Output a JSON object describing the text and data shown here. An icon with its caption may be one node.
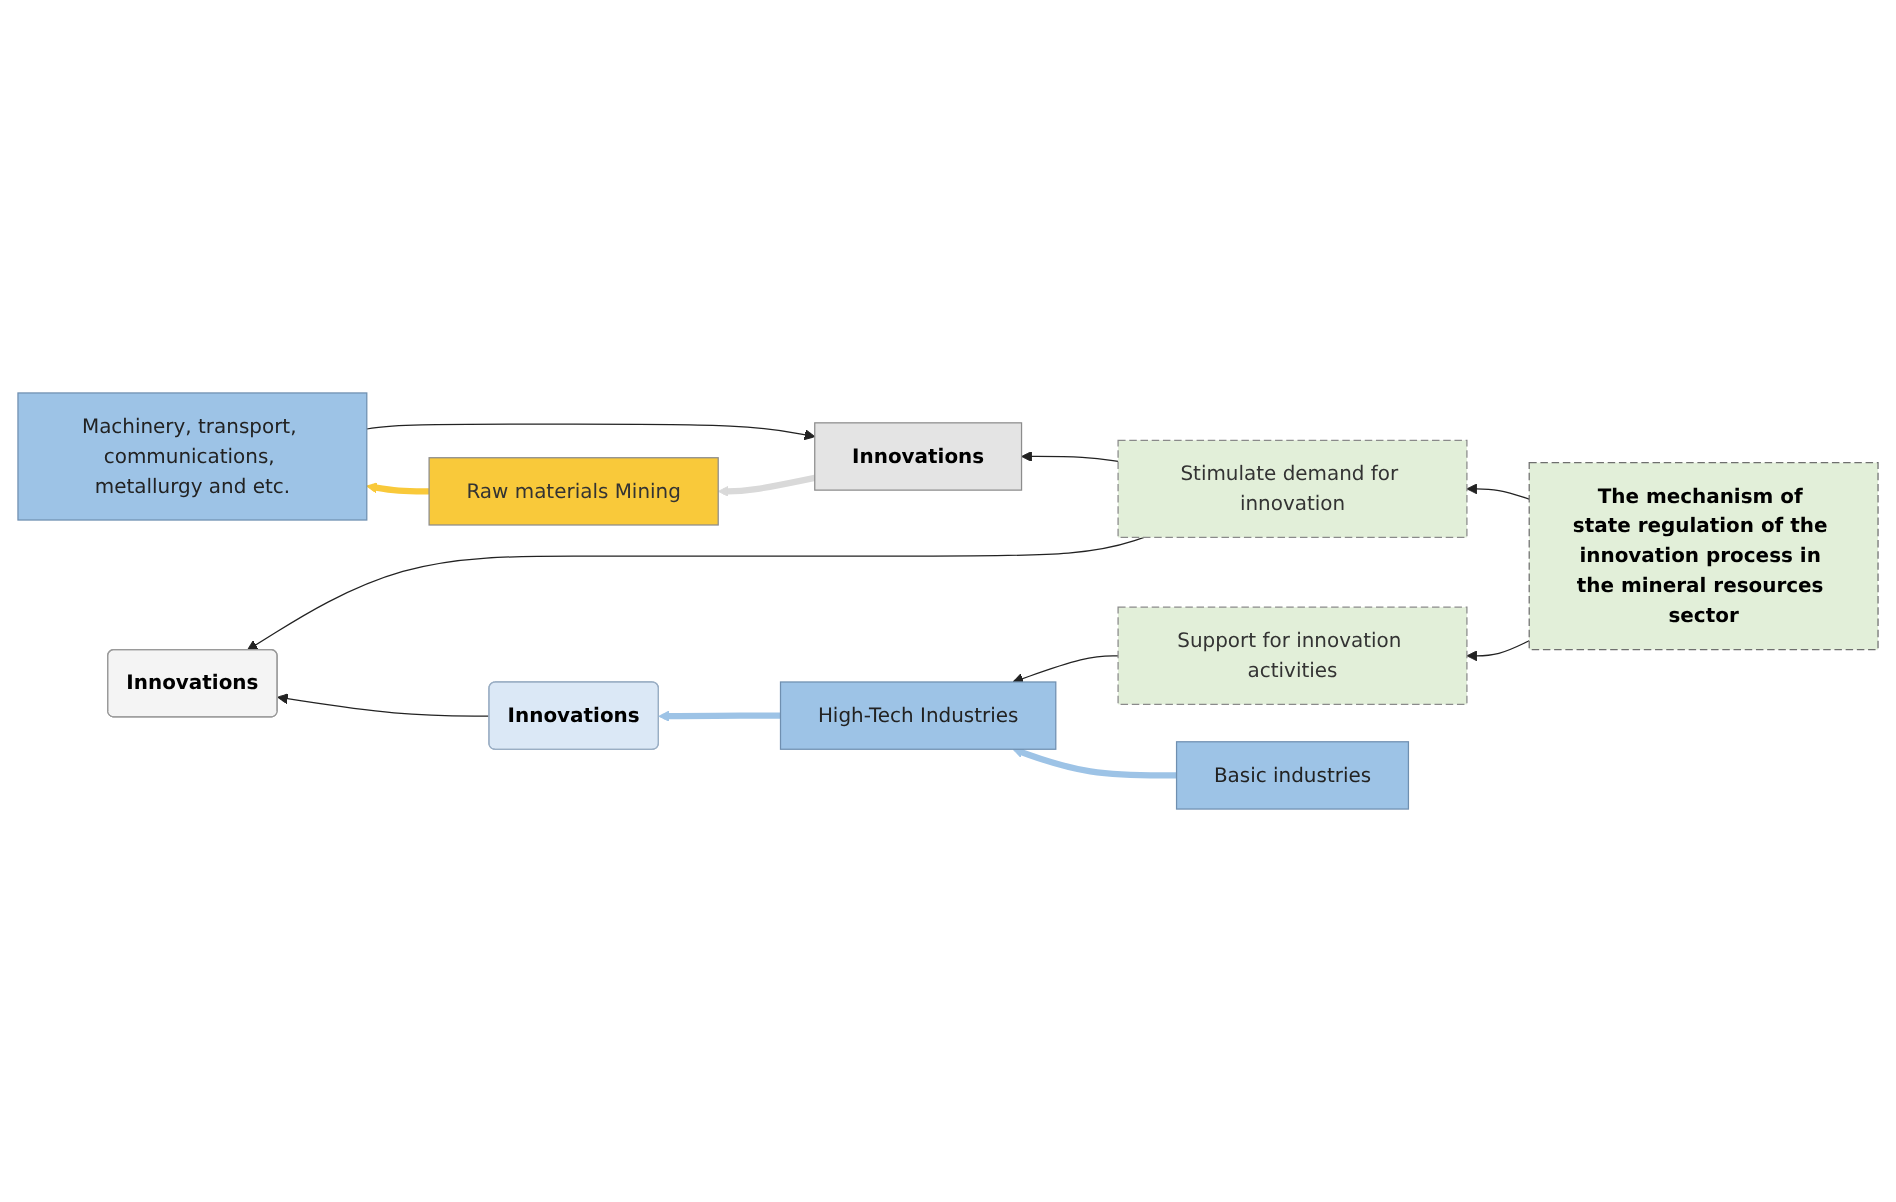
{
  "diagram": {
    "nodes": [
      {
        "text": [
          "Innovations"
        ]
      },
      {
        "text": [
          "Raw materials Mining"
        ]
      },
      {
        "text": [
          "Machinery, transport, communications, metallurgy and etc."
        ]
      },
      {
        "text": [
          "Innovations"
        ]
      },
      {
        "text": [
          "Basic industries"
        ]
      },
      {
        "text": [
          "High-Tech Industries"
        ]
      },
      {
        "text": [
          "Innovations"
        ]
      },
      {
        "text": [
          "Stimulate demand for innovation"
        ]
      },
      {
        "text": [
          "Support for innovation activities"
        ]
      },
      {
        "text": [
          "The mechanism of state regulation of the innovation process in the mineral resources sector"
        ]
      }
    ],
    "edges": [
      {
        "from": 0,
        "to": 1,
        "arrow": "to",
        "style": "thick",
        "color": "#d9d9d9"
      },
      {
        "from": 1,
        "to": 2,
        "arrow": "to",
        "style": "thick",
        "color": "#f9c93a"
      },
      {
        "from": 2,
        "to": 0,
        "arrow": "to"
      },
      {
        "from": 4,
        "to": 5,
        "arrow": "to",
        "style": "thick",
        "color": "#9dc3e6"
      },
      {
        "from": 5,
        "to": 6,
        "arrow": "to",
        "style": "thick",
        "color": "#9dc3e6"
      },
      {
        "from": 6,
        "to": 3,
        "arrow": "to"
      },
      {
        "from": 7,
        "to": 0,
        "arrow": "to"
      },
      {
        "from": 7,
        "to": 3,
        "arrow": "to"
      },
      {
        "from": 8,
        "to": 5,
        "arrow": "to"
      },
      {
        "from": 9,
        "to": 7,
        "arrow": "to"
      },
      {
        "from": 9,
        "to": 8,
        "arrow": "to"
      }
    ]
  }
}
